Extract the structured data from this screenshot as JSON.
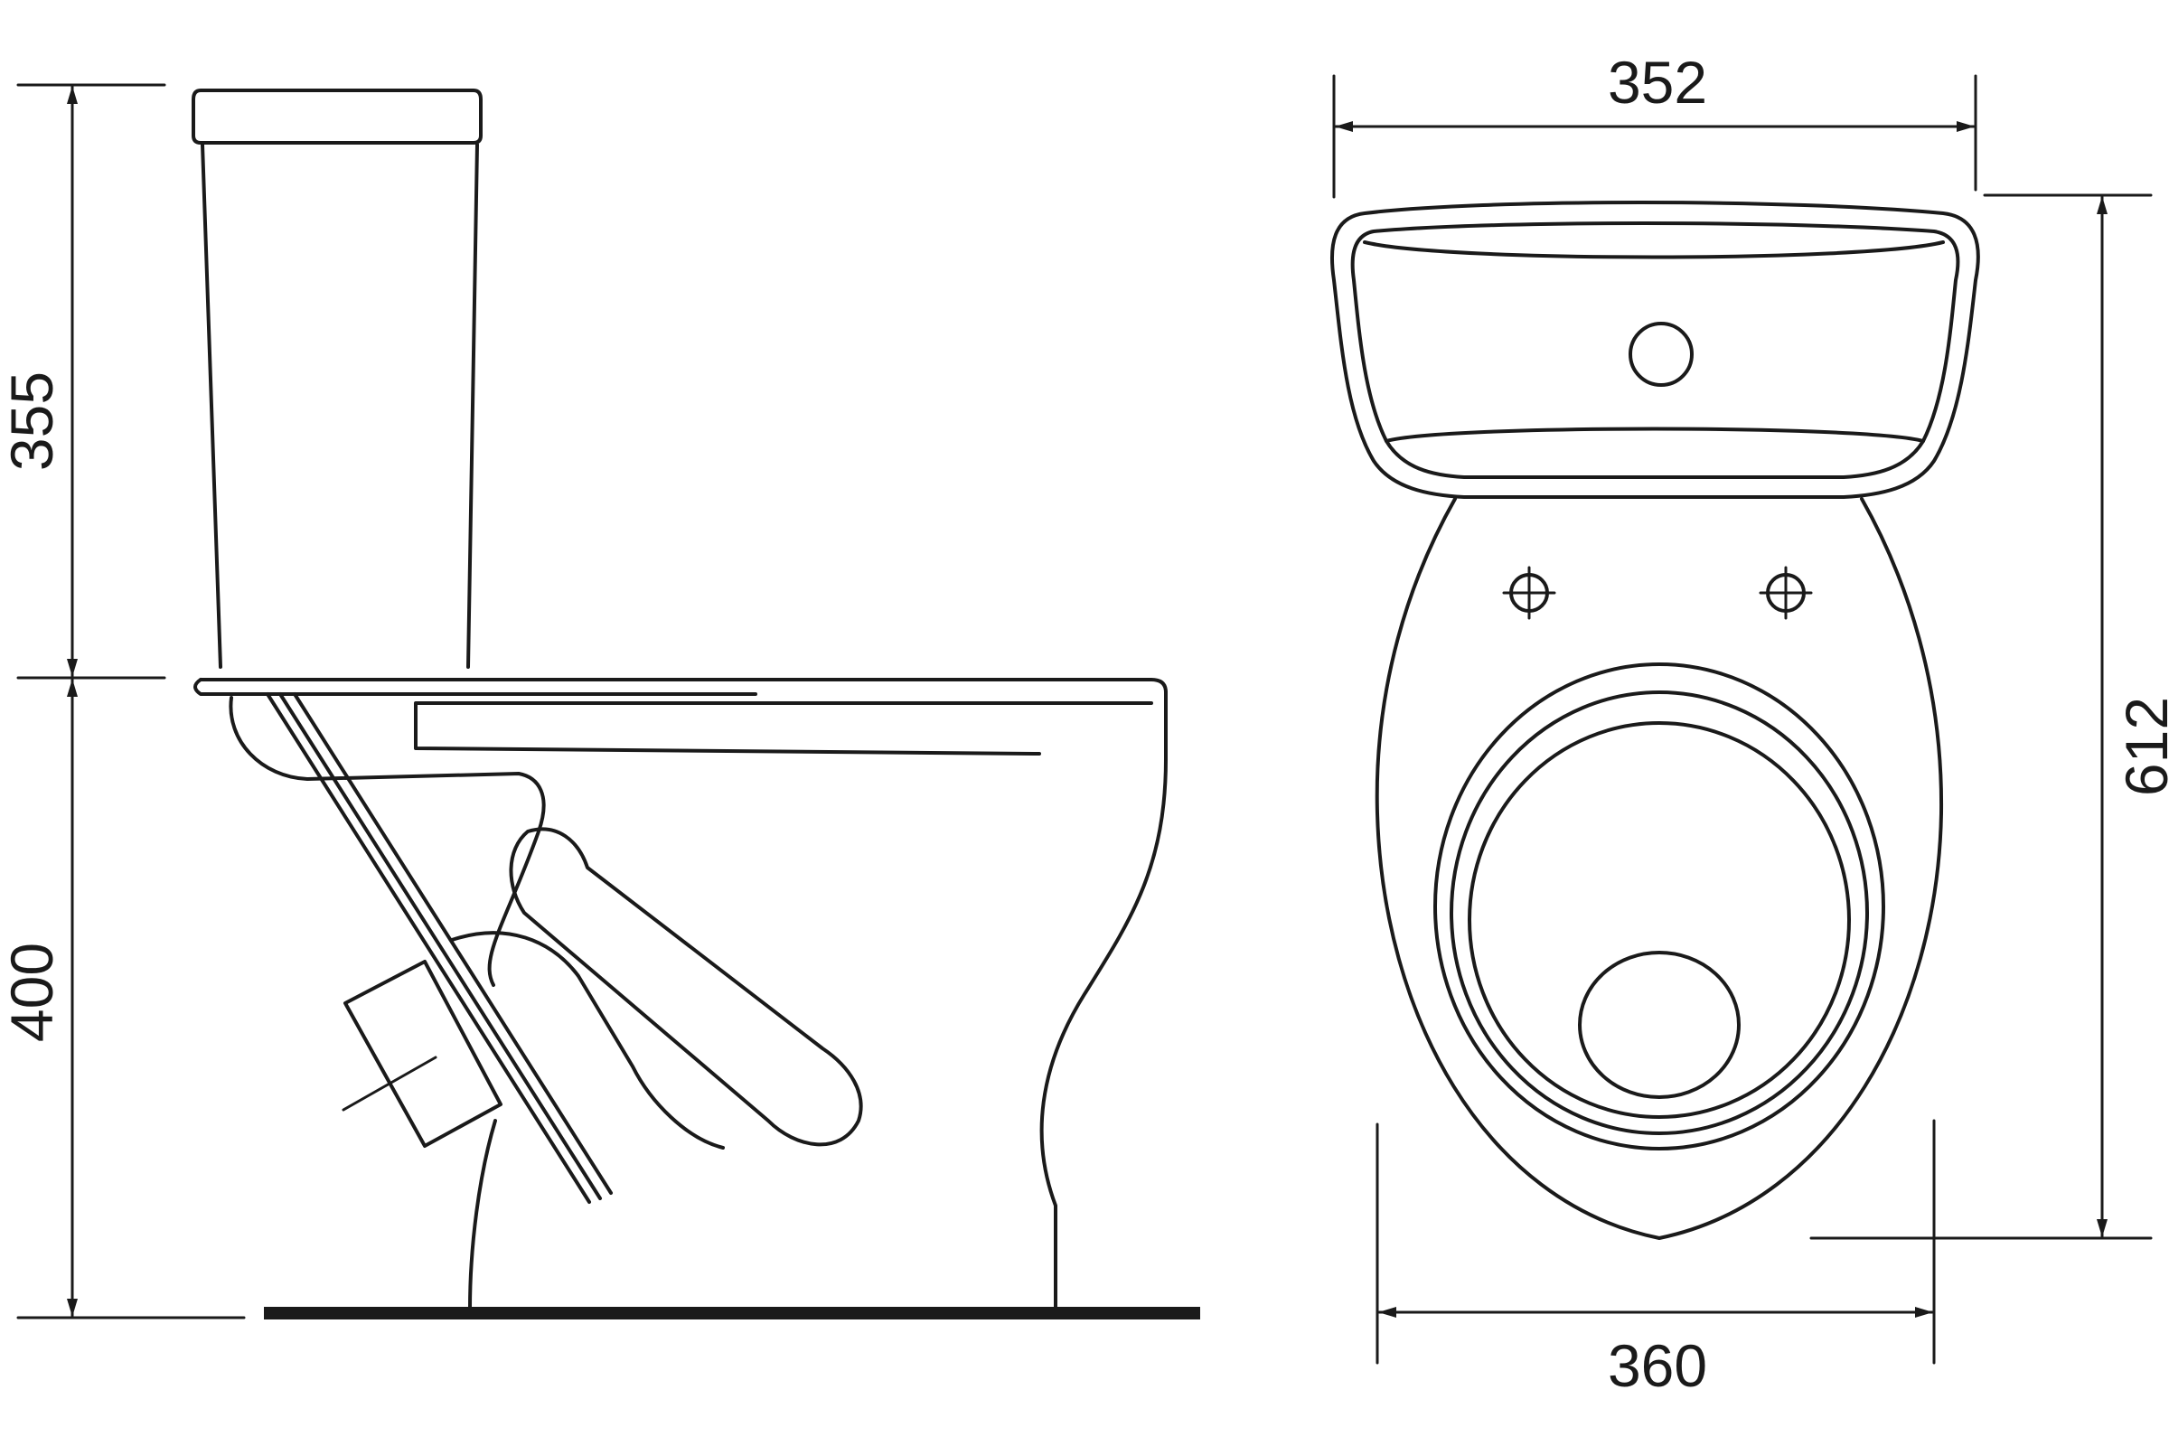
{
  "dimensions": {
    "tank_height": "355",
    "bowl_height": "400",
    "tank_width": "352",
    "total_length": "612",
    "bowl_width": "360"
  },
  "colors": {
    "line": "#1a1a1a",
    "background": "#ffffff"
  }
}
